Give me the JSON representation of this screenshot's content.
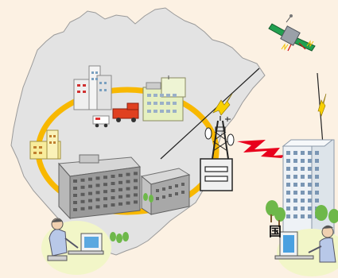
{
  "diagram": {
    "colors": {
      "background": "#FCF1E3",
      "prefecture_fill": "#E3E3E3",
      "prefecture_stroke": "#9A9A9A",
      "network_ring": "#F8B800",
      "radio_link": "#E8001C",
      "lightning": "#F8D000",
      "satellite_body": "#9AA0A8",
      "satellite_panel": "#22A050",
      "tree": "#6EB84A"
    },
    "national_label": "国",
    "elements": [
      {
        "name": "prefecture-map",
        "icon": "region-outline"
      },
      {
        "name": "network-ring",
        "icon": "ring-network"
      },
      {
        "name": "satellite",
        "icon": "satellite-icon"
      },
      {
        "name": "radio-tower",
        "icon": "antenna-tower-icon"
      },
      {
        "name": "ground-station",
        "icon": "ground-station-icon"
      },
      {
        "name": "national-office",
        "icon": "building-icon"
      },
      {
        "name": "operator-left",
        "icon": "person-at-computer-icon"
      },
      {
        "name": "operator-right",
        "icon": "person-at-computer-icon"
      },
      {
        "name": "fire-truck",
        "icon": "fire-truck-icon"
      },
      {
        "name": "ambulance",
        "icon": "ambulance-icon"
      }
    ]
  }
}
